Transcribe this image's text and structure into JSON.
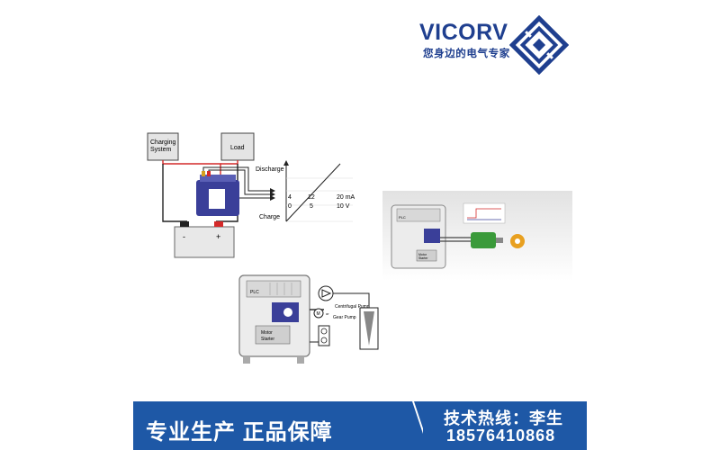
{
  "header": {
    "brand": "VICORV",
    "tagline": "您身边的电气专家",
    "logo_icon": "vicorv-logo-icon"
  },
  "diagram_battery": {
    "charging_system_l1": "Charging",
    "charging_system_l2": "System",
    "load": "Load",
    "discharge": "Discharge",
    "charge": "Charge",
    "row_ma": [
      "4",
      "12",
      "20 mA"
    ],
    "row_v": [
      "0",
      "5",
      "10 V"
    ],
    "minus": "-",
    "plus": "+"
  },
  "diagram_pump": {
    "plc": "PLC",
    "motor_l1": "Motor",
    "motor_l2": "Starter"
  },
  "diagram_motor": {
    "plc": "PLC",
    "centrifugal_pump": "Centrifugal Pump",
    "or": "or",
    "gear_pump": "Gear Pump",
    "m": "M",
    "motor_l1": "Motor",
    "motor_l2": "Starter"
  },
  "footer": {
    "slogan": "专业生产  正品保障",
    "hotline": "技术热线：李生",
    "phone": "18576410868"
  },
  "colors": {
    "brand_blue": "#1f3f8f",
    "banner_blue": "#1e58a6",
    "sensor_blue": "#3a3f99",
    "wire_red": "#d42a2a"
  }
}
